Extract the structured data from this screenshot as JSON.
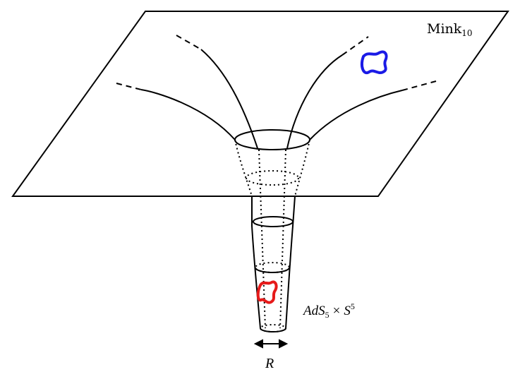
{
  "labels": {
    "mink_base": "Mink",
    "mink_sub": "10",
    "ads_a": "AdS",
    "ads_sub": "5",
    "times": "×",
    "ads_s": "S",
    "ads_sup": "5",
    "radius": "R"
  },
  "colors": {
    "stroke": "#000000",
    "loop_boundary": "#1a1ae6",
    "loop_throat": "#e61a1a"
  }
}
